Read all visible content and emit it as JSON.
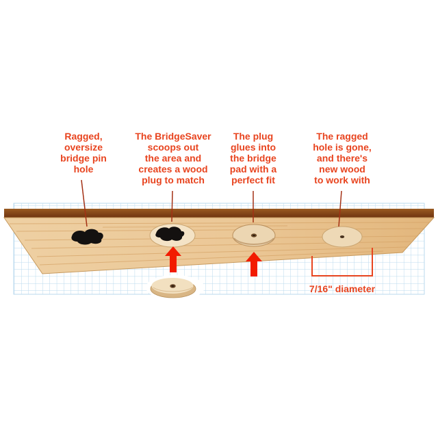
{
  "diagram_title": "BridgeSaver bridge pin hole repair process",
  "labels": {
    "step1": "Ragged,\noversize\nbridge pin\nhole",
    "step2": "The BridgeSaver\nscoops out\nthe area and\ncreates a wood\nplug to match",
    "step3": "The plug\nglues into\nthe bridge\npad with a\nperfect fit",
    "step4": "The ragged\nhole is gone,\nand there's\nnew wood\nto work with",
    "dimension": "7/16\" diameter"
  },
  "colors": {
    "label_text": "#e8441f",
    "arrow_red": "#f21b00",
    "leader_line": "#a33014",
    "bracket": "#e8441f",
    "wood_face": "#ecca9b",
    "wood_edge": "#8a4516",
    "wood_grain": "#d6a468",
    "plug_wood": "#f2e0c0",
    "grid_blue": "#b9d9ee",
    "hole_black": "#141110"
  }
}
